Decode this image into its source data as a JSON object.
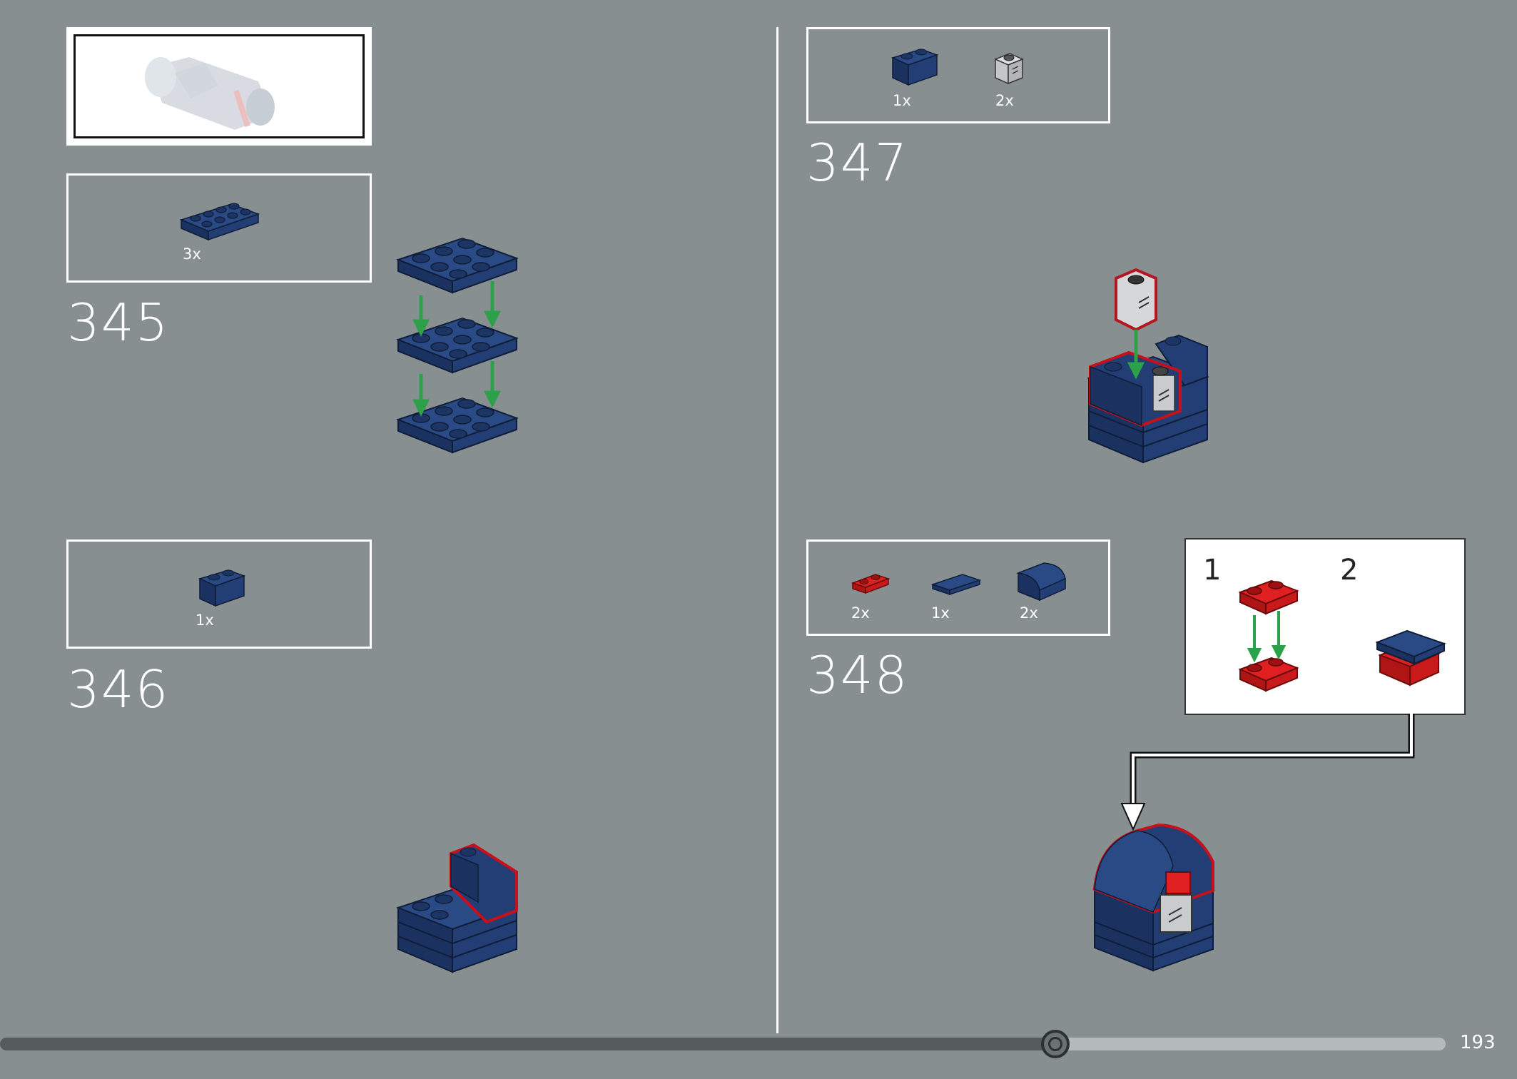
{
  "page": {
    "number": "193",
    "progress": 0.73
  },
  "colors": {
    "background": "#878f91",
    "dark_blue": "#1f3b70",
    "red": "#d41d1d",
    "light_gray": "#c9cbcc",
    "arrow_green": "#2da14a",
    "highlight_red": "#b51620"
  },
  "steps": [
    {
      "number": "345",
      "parts": [
        {
          "qty": "3x",
          "icon": "plate-2x4-dark-blue-icon"
        }
      ]
    },
    {
      "number": "346",
      "parts": [
        {
          "qty": "1x",
          "icon": "brick-1x2-dark-blue-icon"
        }
      ]
    },
    {
      "number": "347",
      "parts": [
        {
          "qty": "1x",
          "icon": "brick-1x2-dark-blue-icon"
        },
        {
          "qty": "2x",
          "icon": "brick-1x1-clip-light-gray-icon"
        }
      ]
    },
    {
      "number": "348",
      "parts": [
        {
          "qty": "2x",
          "icon": "plate-1x2-red-icon"
        },
        {
          "qty": "1x",
          "icon": "tile-1x2-dark-blue-icon"
        },
        {
          "qty": "2x",
          "icon": "curved-slope-dark-blue-icon"
        }
      ],
      "substeps": [
        {
          "number": "1"
        },
        {
          "number": "2"
        }
      ]
    }
  ]
}
